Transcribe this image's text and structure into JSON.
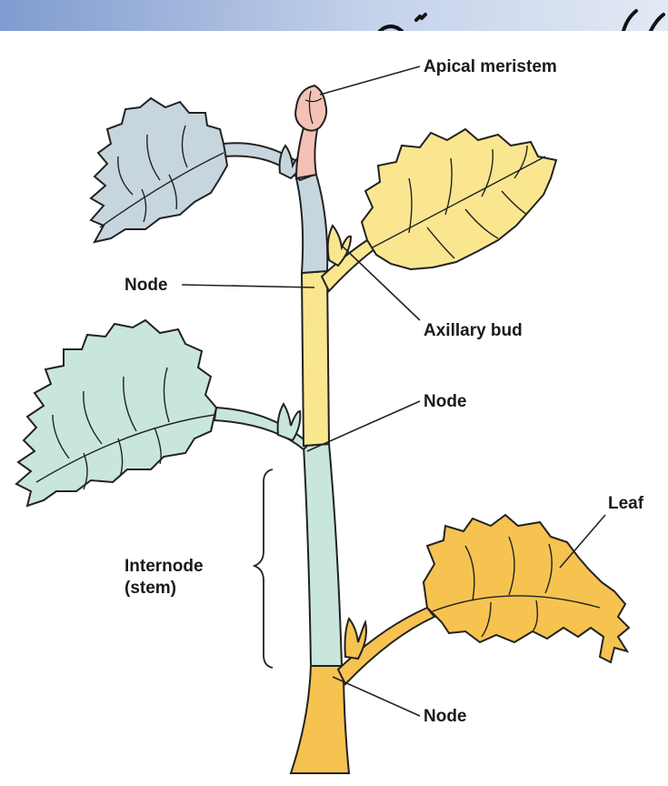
{
  "labels": {
    "apical_meristem": "Apical meristem",
    "node_upper": "Node",
    "axillary_bud": "Axillary bud",
    "node_middle": "Node",
    "leaf": "Leaf",
    "internode_line1": "Internode",
    "internode_line2": "(stem)",
    "node_lower": "Node"
  },
  "colors": {
    "apical_pink": "#f3c2b4",
    "blue_gray": "#c7d6de",
    "pale_yellow": "#fbe690",
    "mint": "#c9e6dc",
    "golden": "#f6c350",
    "outline": "#222222",
    "banner_blue": "#c3d1ea"
  }
}
